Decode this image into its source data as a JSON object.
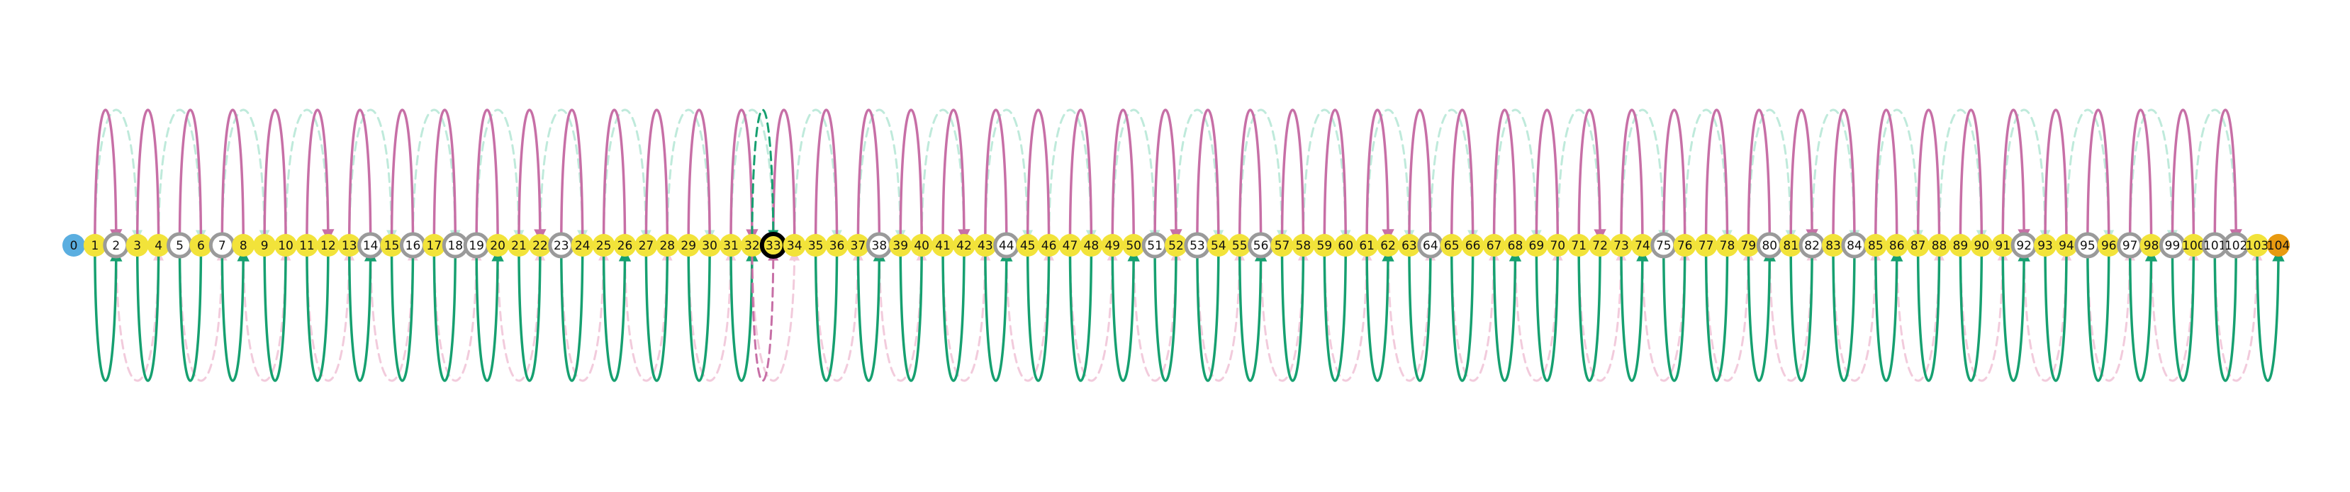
{
  "nodes": [
    "0",
    "1",
    "2",
    "3",
    "4",
    "5",
    "6",
    "7",
    "8",
    "9",
    "10",
    "11",
    "12",
    "13",
    "14",
    "15",
    "16",
    "17",
    "18",
    "19",
    "20",
    "21",
    "22",
    "23",
    "24",
    "25",
    "26",
    "27",
    "28",
    "29",
    "30",
    "31",
    "32",
    "33",
    "34",
    "35",
    "36",
    "37",
    "38",
    "39",
    "40",
    "41",
    "42",
    "43",
    "44",
    "45",
    "46",
    "47",
    "48",
    "49",
    "50",
    "51",
    "52",
    "53",
    "54",
    "55",
    "56",
    "57",
    "58",
    "59",
    "60",
    "61",
    "62",
    "63",
    "64",
    "65",
    "66",
    "67",
    "68",
    "69",
    "70",
    "71",
    "72",
    "73",
    "74",
    "75",
    "76",
    "77",
    "78",
    "79",
    "80",
    "81",
    "82",
    "83",
    "84",
    "85",
    "86",
    "87",
    "88",
    "89",
    "90",
    "91",
    "92",
    "93",
    "94",
    "95",
    "96",
    "97",
    "98",
    "99",
    "100",
    "101",
    "102",
    "103",
    "104"
  ],
  "ringed_nodes": [
    2,
    5,
    7,
    14,
    16,
    18,
    19,
    23,
    38,
    44,
    51,
    53,
    56,
    64,
    75,
    80,
    82,
    84,
    92,
    95,
    97,
    99,
    101,
    102
  ],
  "current_node": 33,
  "colors": {
    "node_fill": "#f2e33a",
    "start_node": "#5aaee0",
    "end_node": "#e89a10",
    "ring": "#9a9a9a",
    "current_ring": "#000000",
    "top_arc": "#c76fa6",
    "bottom_arc": "#16a070",
    "faded_top": "#bfeadb",
    "faded_pink": "#f2cbdc"
  }
}
